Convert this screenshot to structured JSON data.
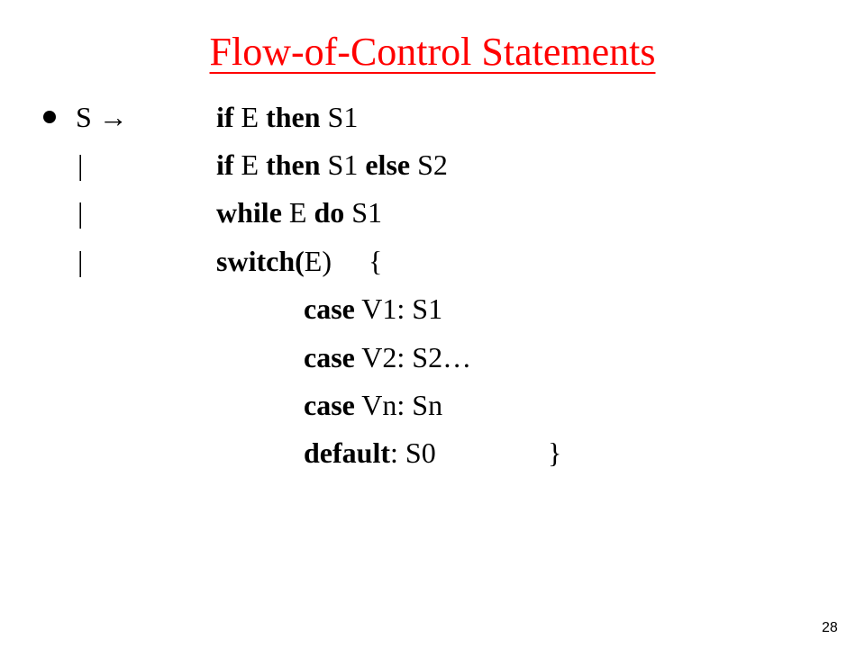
{
  "slide": {
    "title": "Flow-of-Control Statements",
    "lhs": "S →",
    "bar": "|",
    "productions": {
      "if_then": {
        "kw_if": "if",
        "cond": " E ",
        "kw_then": "then",
        "body": " S1"
      },
      "if_then_else": {
        "kw_if": "if",
        "cond": " E ",
        "kw_then": "then",
        "body": " S1 ",
        "kw_else": "else",
        "body2": " S2"
      },
      "while_do": {
        "kw_while": "while",
        "cond": " E ",
        "kw_do": "do",
        "body": " S1"
      },
      "switch": {
        "kw_switch": "switch(",
        "cond": "E)",
        "open_brace": "{"
      }
    },
    "cases": [
      {
        "kw": "case",
        "text": " V1: S1"
      },
      {
        "kw": "case",
        "text": " V2: S2…"
      },
      {
        "kw": "case",
        "text": " Vn: Sn"
      }
    ],
    "default_case": {
      "kw": "default",
      "text": ": S0",
      "close_brace": "}"
    },
    "page_number": "28"
  }
}
